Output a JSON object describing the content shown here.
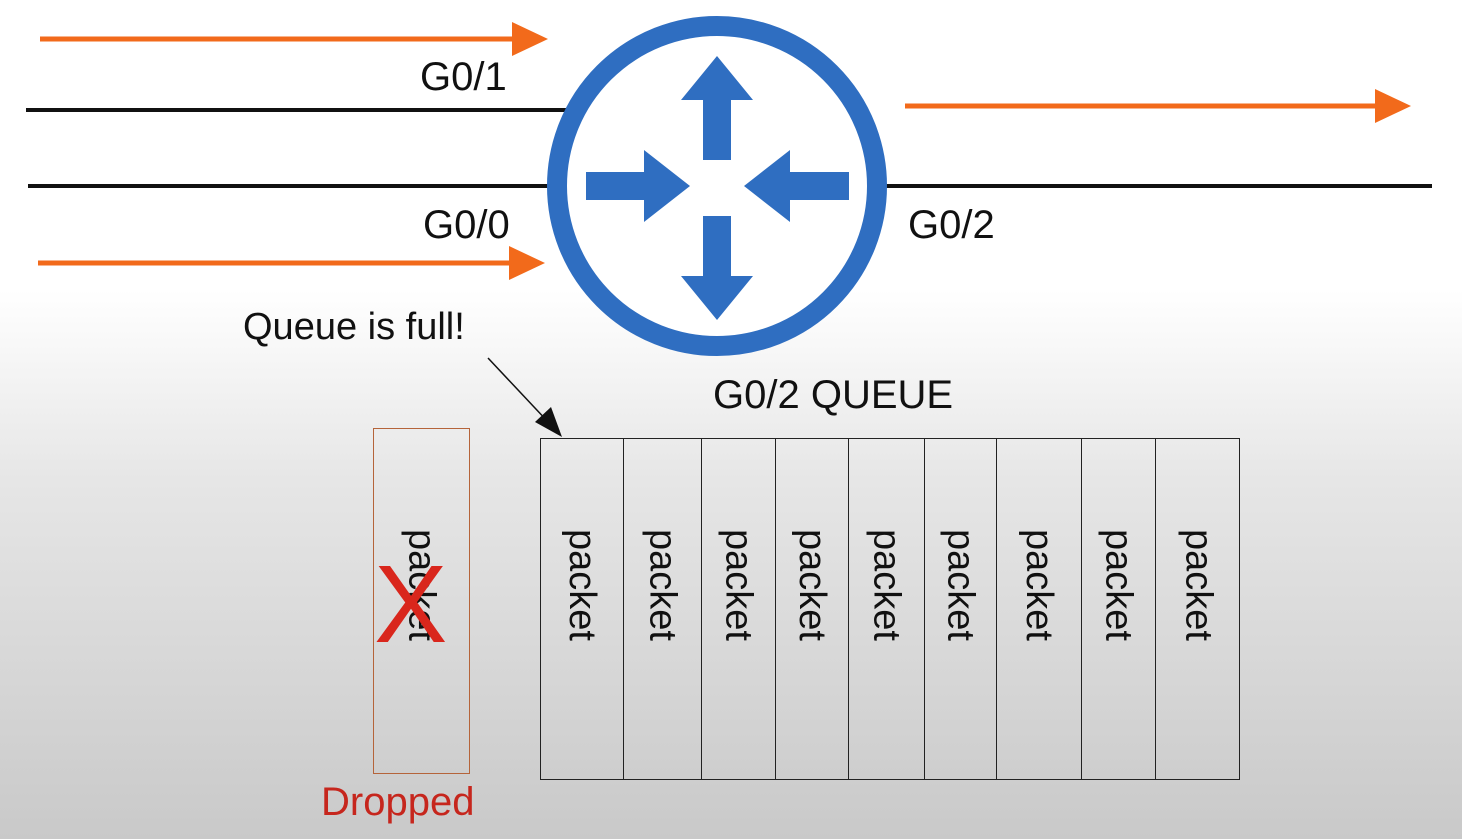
{
  "interfaces": {
    "g01": "G0/1",
    "g00": "G0/0",
    "g02": "G0/2"
  },
  "annotation": "Queue is full!",
  "queue": {
    "title": "G0/2 QUEUE",
    "packets": [
      "packet",
      "packet",
      "packet",
      "packet",
      "packet",
      "packet",
      "packet",
      "packet",
      "packet"
    ]
  },
  "dropped": {
    "packet": "packet",
    "label": "Dropped",
    "mark": "X"
  },
  "colors": {
    "router": "#2f6ec1",
    "traffic_arrow": "#f26a1b",
    "dropped": "#c6261d"
  },
  "icons": [
    "router-icon",
    "traffic-arrow-icon",
    "x-mark-icon"
  ]
}
